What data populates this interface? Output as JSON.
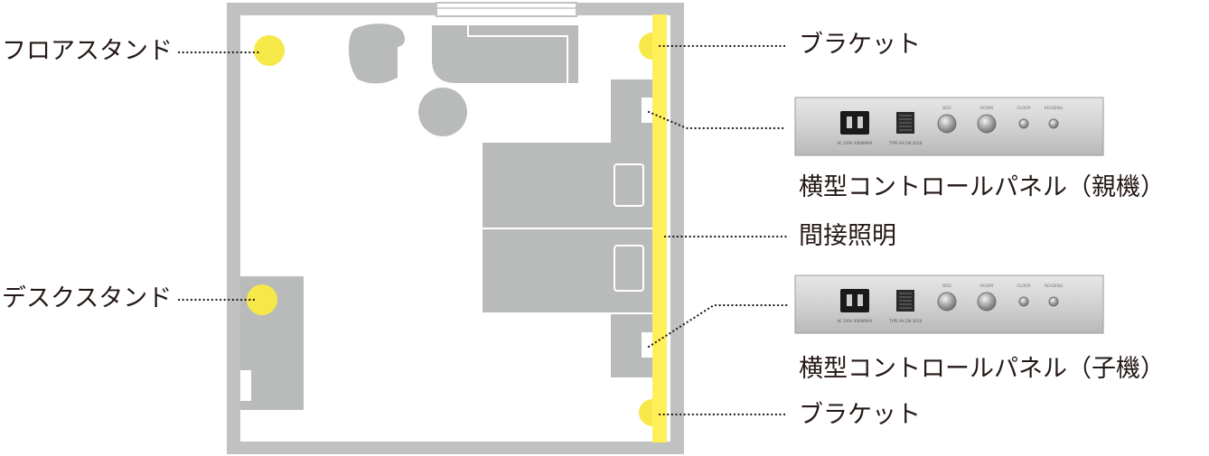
{
  "labels": {
    "floor_stand": "フロアスタンド",
    "desk_stand": "デスクスタンド",
    "bracket_top": "ブラケット",
    "bracket_bottom": "ブラケット",
    "panel_main": "横型コントロールパネル（親機）",
    "indirect": "間接照明",
    "panel_sub": "横型コントロールパネル（子機）"
  },
  "panel": {
    "knob_labels": [
      "BED",
      "ROOM",
      "FLOOR",
      "READING"
    ],
    "outlet_text": "AC 100V 400WMAX",
    "port_text": "TYPE AH 2W 2018"
  },
  "colors": {
    "wall": "#c0c2c1",
    "furniture": "#b9bbba",
    "light": "#fff05a",
    "lamp": "#f7e84a",
    "text": "#231815"
  }
}
